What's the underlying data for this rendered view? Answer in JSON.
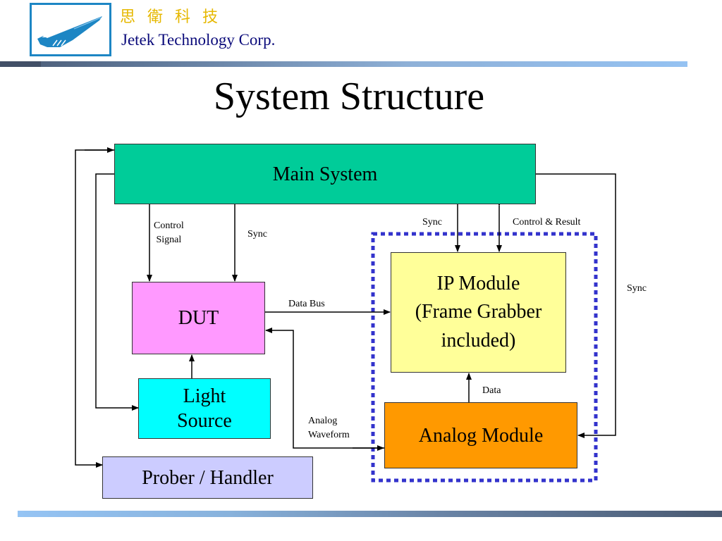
{
  "header": {
    "company_name_cn": "思 衛 科 技",
    "company_name_en": "Jetek Technology Corp.",
    "logo_icon": "jet-airplane-logo-icon"
  },
  "slide": {
    "title": "System Structure"
  },
  "colors": {
    "main_system": "#00cc99",
    "dut": "#ff99ff",
    "light_source": "#00ffff",
    "prober_handler": "#ccccff",
    "ip_module": "#ffff99",
    "analog_module": "#ff9900",
    "dashed_group_border": "#3333cc",
    "logo_blue": "#1d86c4",
    "cn_name": "#e6b800",
    "en_name": "#0a0a7a"
  },
  "blocks": {
    "main_system": "Main System",
    "dut": "DUT",
    "light_source_line1": "Light",
    "light_source_line2": "Source",
    "prober_handler": "Prober / Handler",
    "ip_module_line1": "IP Module",
    "ip_module_line2": "(Frame Grabber",
    "ip_module_line3": "included)",
    "analog_module": "Analog Module"
  },
  "connections": [
    {
      "from": "Main System",
      "to": "DUT",
      "label": "Control Signal"
    },
    {
      "from": "Main System",
      "to": "DUT",
      "label": "Sync"
    },
    {
      "from": "Main System",
      "to": "IP Module",
      "label": "Sync"
    },
    {
      "from": "Main System",
      "to": "IP Module",
      "label": "Control & Result",
      "bidirectional": true
    },
    {
      "from": "Main System",
      "to": "Analog Module",
      "label": "Sync"
    },
    {
      "from": "DUT",
      "to": "IP Module",
      "label": "Data Bus"
    },
    {
      "from": "Analog Module",
      "to": "DUT",
      "label": "Analog Waveform",
      "bidirectional": true
    },
    {
      "from": "Analog Module",
      "to": "IP Module",
      "label": "Data"
    },
    {
      "from": "Light Source",
      "to": "DUT",
      "label": ""
    },
    {
      "from": "Main System",
      "to": "Light Source",
      "label": ""
    },
    {
      "from": "Main System",
      "to": "Prober / Handler",
      "label": "",
      "bidirectional": true
    }
  ],
  "labels": {
    "control_signal_line1": "Control",
    "control_signal_line2": "Signal",
    "sync_dut": "Sync",
    "sync_ip": "Sync",
    "control_result": "Control & Result",
    "sync_analog": "Sync",
    "data_bus": "Data Bus",
    "data": "Data",
    "analog_waveform_line1": "Analog",
    "analog_waveform_line2": "Waveform"
  }
}
